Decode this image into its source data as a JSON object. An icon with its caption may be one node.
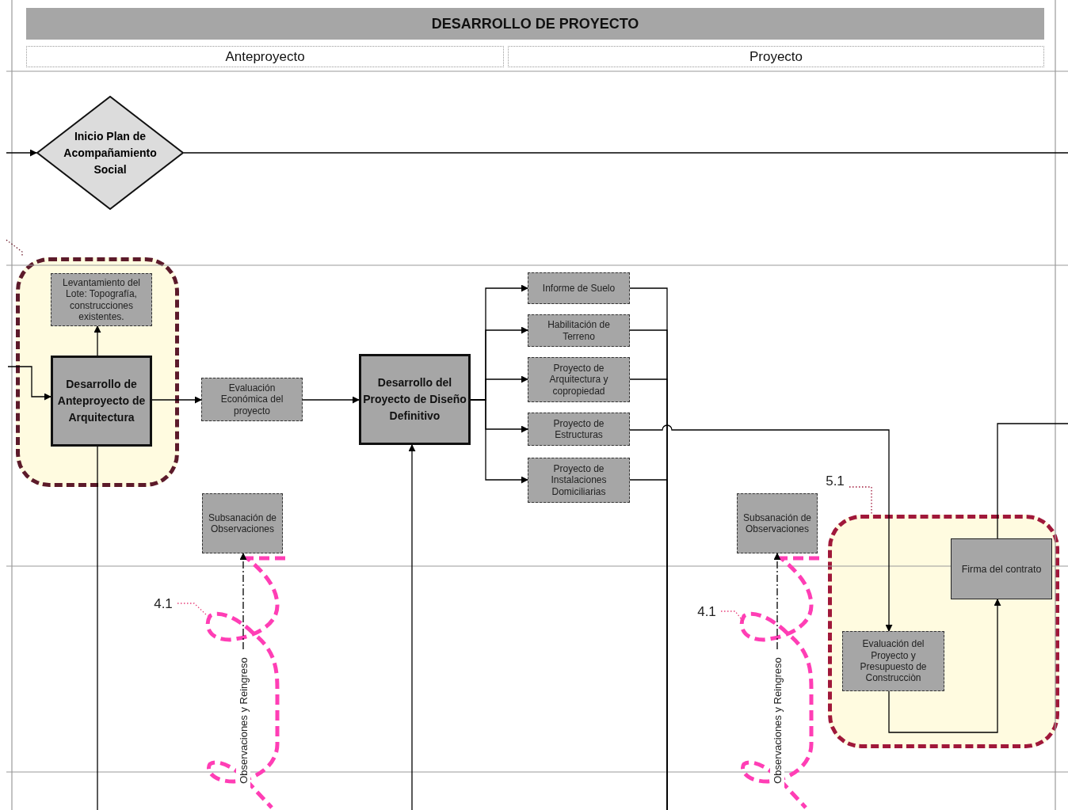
{
  "diagram": {
    "title": "DESARROLLO DE PROYECTO",
    "nodes": [
      {
        "text": [
          "Anteproyecto"
        ]
      },
      {
        "text": [
          "Proyecto"
        ]
      },
      {
        "text": [
          "Inicio Plan de Acompañamiento Social"
        ]
      },
      {
        "text": [],
        "shape": "box"
      },
      {
        "text": [
          "Levantamiento del Lote: Topografía, construcciones existentes."
        ],
        "in": 3
      },
      {
        "text": [
          "Desarrollo de Anteproyecto de Arquitectura"
        ],
        "in": 3
      },
      {
        "text": [
          "Evaluación Económica del proyecto"
        ]
      },
      {
        "text": [
          "Subsanación de Observaciones"
        ]
      },
      {
        "text": [
          "Desarrollo del Proyecto de Diseño Definitivo"
        ]
      },
      {
        "text": [
          "Informe de Suelo"
        ]
      },
      {
        "text": [
          "Habilitación de Terreno"
        ]
      },
      {
        "text": [
          "Proyecto de Arquitectura y copropiedad"
        ]
      },
      {
        "text": [
          "Proyecto de Estructuras"
        ]
      },
      {
        "text": [
          "Proyecto de Instalaciones Domiciliarias"
        ]
      },
      {
        "text": [
          "Subsanación de Observaciones"
        ]
      },
      {
        "text": [],
        "shape": "box"
      },
      {
        "text": [
          "Firma del contrato"
        ],
        "in": 15
      },
      {
        "text": [
          "Evaluación del Proyecto y Presupuesto de Construcciòn"
        ],
        "in": 15
      },
      {
        "text": [
          "4.1"
        ]
      },
      {
        "text": [
          "Observaciones y Reingreso"
        ]
      },
      {
        "text": [
          "4.1"
        ]
      },
      {
        "text": [
          "Observaciones y Reingreso"
        ]
      },
      {
        "text": [
          "5.1"
        ]
      }
    ],
    "edges": [
      {
        "from": null,
        "to": 2,
        "arrow": "to"
      },
      {
        "from": 2,
        "to": null,
        "arrow": "none"
      },
      {
        "from": null,
        "to": 5,
        "arrow": "to"
      },
      {
        "from": 5,
        "to": 4,
        "arrow": "to"
      },
      {
        "from": 5,
        "to": 6,
        "arrow": "to"
      },
      {
        "from": 5,
        "to": null,
        "arrow": "none"
      },
      {
        "from": 6,
        "to": 8,
        "arrow": "to"
      },
      {
        "from": null,
        "to": 8,
        "arrow": "to"
      },
      {
        "from": 8,
        "to": 9,
        "arrow": "to"
      },
      {
        "from": 8,
        "to": 10,
        "arrow": "to"
      },
      {
        "from": 8,
        "to": 11,
        "arrow": "to"
      },
      {
        "from": 8,
        "to": 12,
        "arrow": "to"
      },
      {
        "from": 8,
        "to": 13,
        "arrow": "to"
      },
      {
        "from": 9,
        "to": null,
        "arrow": "none"
      },
      {
        "from": 10,
        "to": null,
        "arrow": "none"
      },
      {
        "from": 11,
        "to": null,
        "arrow": "none"
      },
      {
        "from": 13,
        "to": null,
        "arrow": "none"
      },
      {
        "from": 12,
        "to": 17,
        "arrow": "to"
      },
      {
        "from": 17,
        "to": 16,
        "arrow": "to"
      },
      {
        "from": 16,
        "to": null,
        "arrow": "none"
      },
      {
        "from": 19,
        "to": 7,
        "arrow": "to",
        "style": "dashed"
      },
      {
        "from": 21,
        "to": 14,
        "arrow": "to",
        "style": "dashed"
      },
      {
        "from": 18,
        "to": null,
        "arrow": "none",
        "style": "dashed",
        "color": "#e8407a"
      },
      {
        "from": 20,
        "to": null,
        "arrow": "none",
        "style": "dashed",
        "color": "#e8407a"
      },
      {
        "from": 22,
        "to": 15,
        "arrow": "none",
        "style": "dashed",
        "color": "#a0183a"
      },
      {
        "from": null,
        "to": 3,
        "arrow": "none",
        "style": "dashed",
        "color": "#6b1a2a"
      }
    ]
  }
}
